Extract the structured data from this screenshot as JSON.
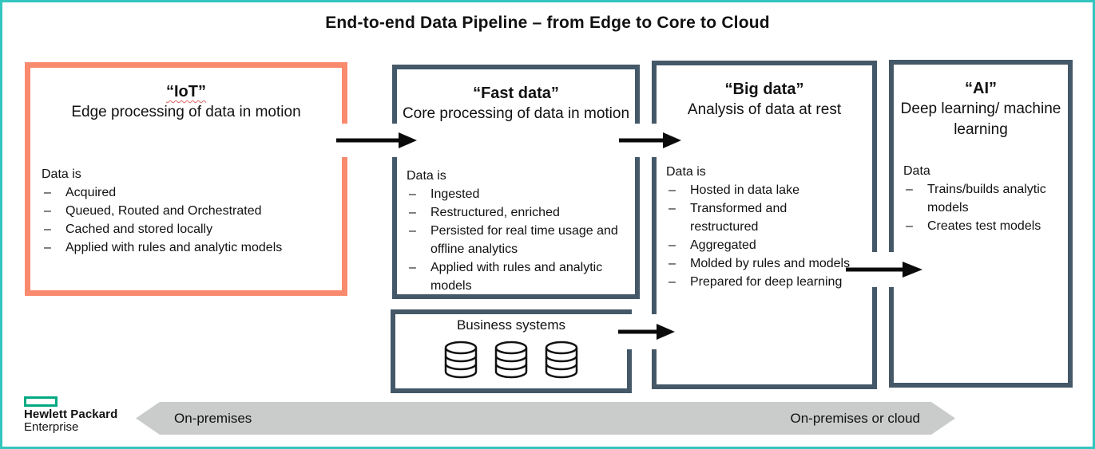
{
  "title": "End-to-end Data Pipeline – from Edge to Core to Cloud",
  "bullet_marker": "–",
  "colors": {
    "frame_teal": "#32C6BF",
    "iot_border_salmon": "#FA8A6E",
    "stage_border_slate": "#445868",
    "bar_gray": "#C9CCCB",
    "hpe_green": "#01A982",
    "arrow_black": "#0B0B0B"
  },
  "stages": {
    "iot": {
      "title": "“IoT”",
      "subtitle": "Edge processing of data in motion",
      "lead": "Data is",
      "bullets": [
        "Acquired",
        "Queued, Routed and Orchestrated",
        "Cached and stored locally",
        "Applied with rules and analytic models"
      ]
    },
    "fast_data": {
      "title": "“Fast data”",
      "subtitle": "Core processing of data in motion",
      "lead": "Data is",
      "bullets": [
        "Ingested",
        "Restructured, enriched",
        "Persisted for real time usage and offline analytics",
        "Applied with rules and analytic models"
      ]
    },
    "big_data": {
      "title": "“Big data”",
      "subtitle": "Analysis of data at rest",
      "lead": "Data is",
      "bullets": [
        "Hosted in data lake",
        "Transformed and restructured",
        "Aggregated",
        "Molded by rules and models",
        "Prepared for deep learning"
      ]
    },
    "ai": {
      "title": "“AI”",
      "subtitle": "Deep learning/ machine learning",
      "lead": "Data",
      "bullets": [
        "Trains/builds analytic models",
        "Creates test models"
      ]
    }
  },
  "business_systems": {
    "label": "Business systems",
    "database_count": 3
  },
  "bottom_bar": {
    "left_label": "On-premises",
    "right_label": "On-premises or cloud"
  },
  "logo": {
    "line1": "Hewlett Packard",
    "line2": "Enterprise"
  }
}
